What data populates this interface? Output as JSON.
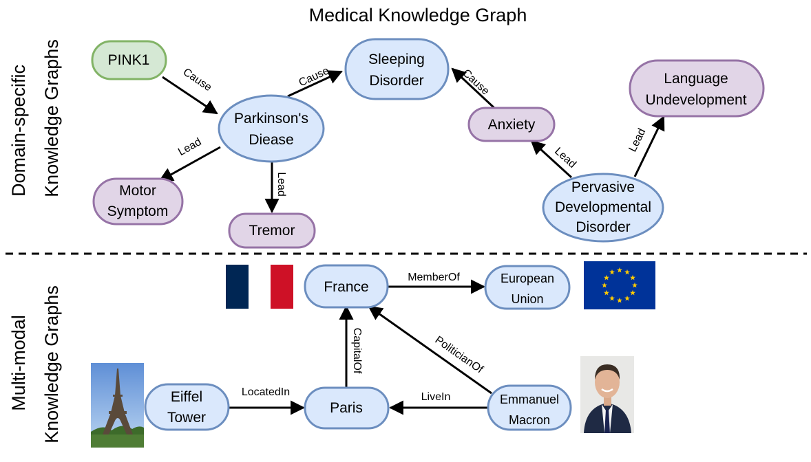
{
  "title": "Medical Knowledge Graph",
  "sections": {
    "top_line1": "Domain-specific",
    "top_line2": "Knowledge Graphs",
    "bottom_line1": "Multi-modal",
    "bottom_line2": "Knowledge Graphs"
  },
  "colors": {
    "entity_fill": "#dae8fc",
    "entity_stroke": "#6c8ebf",
    "effect_fill": "#e1d5e7",
    "effect_stroke": "#9673a6",
    "gene_fill": "#d5e8d4",
    "gene_stroke": "#82b366",
    "france_blue": "#002654",
    "france_red": "#ce1126",
    "eu_blue": "#003399",
    "eu_star": "#ffcc00"
  },
  "nodes": {
    "pink1": "PINK1",
    "parkinsons_1": "Parkinson's",
    "parkinsons_2": "Diease",
    "sleeping_1": "Sleeping",
    "sleeping_2": "Disorder",
    "anxiety": "Anxiety",
    "language_1": "Language",
    "language_2": "Undevelopment",
    "motor_1": "Motor",
    "motor_2": "Symptom",
    "tremor": "Tremor",
    "pervasive_1": "Pervasive",
    "pervasive_2": "Developmental",
    "pervasive_3": "Disorder",
    "france": "France",
    "eu_1": "European",
    "eu_2": "Union",
    "eiffel_1": "Eiffel",
    "eiffel_2": "Tower",
    "paris": "Paris",
    "macron_1": "Emmanuel",
    "macron_2": "Macron"
  },
  "edges": {
    "pink1_parkinsons": "Cause",
    "parkinsons_sleeping": "Cause",
    "anxiety_sleeping": "Cause",
    "parkinsons_motor": "Lead",
    "parkinsons_tremor": "Lead",
    "pervasive_anxiety": "Lead",
    "pervasive_language": "Lead",
    "france_eu": "MemberOf",
    "paris_france": "CapitalOf",
    "macron_france": "PoliticianOf",
    "eiffel_paris": "LocatedIn",
    "macron_paris": "LiveIn"
  }
}
